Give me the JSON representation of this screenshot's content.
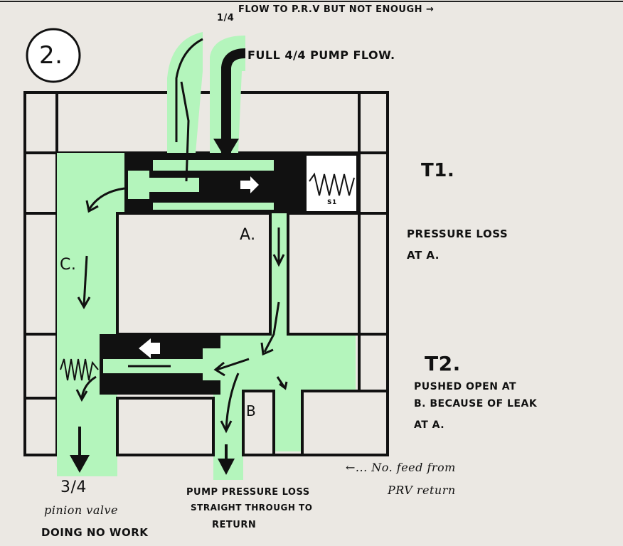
{
  "step_number": "2.",
  "top_labels": {
    "quarter_fraction": "1/4",
    "prv_flow": "FLOW TO P.R.V BUT NOT ENOUGH →",
    "full_pump_flow": "FULL 4/4 PUMP FLOW."
  },
  "valves": {
    "t1": {
      "title": "T1.",
      "spring_label": "S1",
      "note_line1": "PRESSURE LOSS",
      "note_line2": "AT A."
    },
    "t2": {
      "title": "T2.",
      "note_line1": "PUSHED OPEN AT",
      "note_line2": "B. BECAUSE OF LEAK",
      "note_line3": "AT A."
    }
  },
  "point_labels": {
    "a": "A.",
    "b": "B",
    "c": "C."
  },
  "bottom_labels": {
    "pinion_fraction": "3/4",
    "pinion_line1": "pinion valve",
    "pinion_line2": "DOING NO WORK",
    "pump_line1": "PUMP PRESSURE LOSS",
    "pump_line2": "STRAIGHT THROUGH TO",
    "pump_line3": "RETURN",
    "prv_line1": "←... No. feed from",
    "prv_line2": "PRV return"
  },
  "colors": {
    "fluid": "#b4f5bc",
    "ink": "#111111",
    "paper": "#ebe8e3"
  }
}
